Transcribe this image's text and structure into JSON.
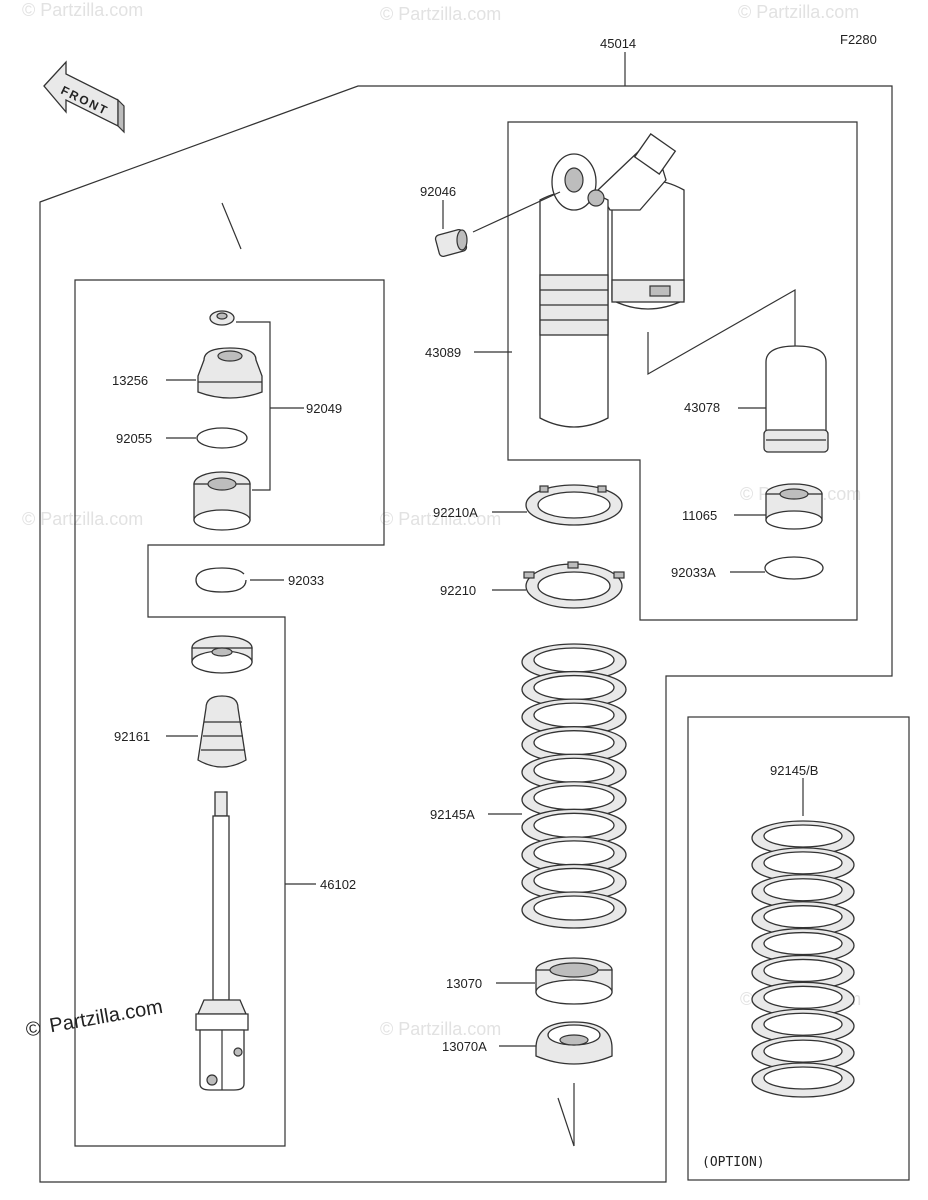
{
  "diagram": {
    "code": "F2280",
    "front_label": "FRONT",
    "option_label": "(OPTION)",
    "watermark": "© Partzilla.com",
    "brand_symbol": "©",
    "brand_text": "Partzilla.com",
    "parts": [
      {
        "id": "45014"
      },
      {
        "id": "92046"
      },
      {
        "id": "43089"
      },
      {
        "id": "43078"
      },
      {
        "id": "11065"
      },
      {
        "id": "92033A"
      },
      {
        "id": "92210A"
      },
      {
        "id": "92210"
      },
      {
        "id": "92145A"
      },
      {
        "id": "92145/B"
      },
      {
        "id": "13070"
      },
      {
        "id": "13070A"
      },
      {
        "id": "13256"
      },
      {
        "id": "92049"
      },
      {
        "id": "92055"
      },
      {
        "id": "92033"
      },
      {
        "id": "92161"
      },
      {
        "id": "46102"
      }
    ]
  }
}
